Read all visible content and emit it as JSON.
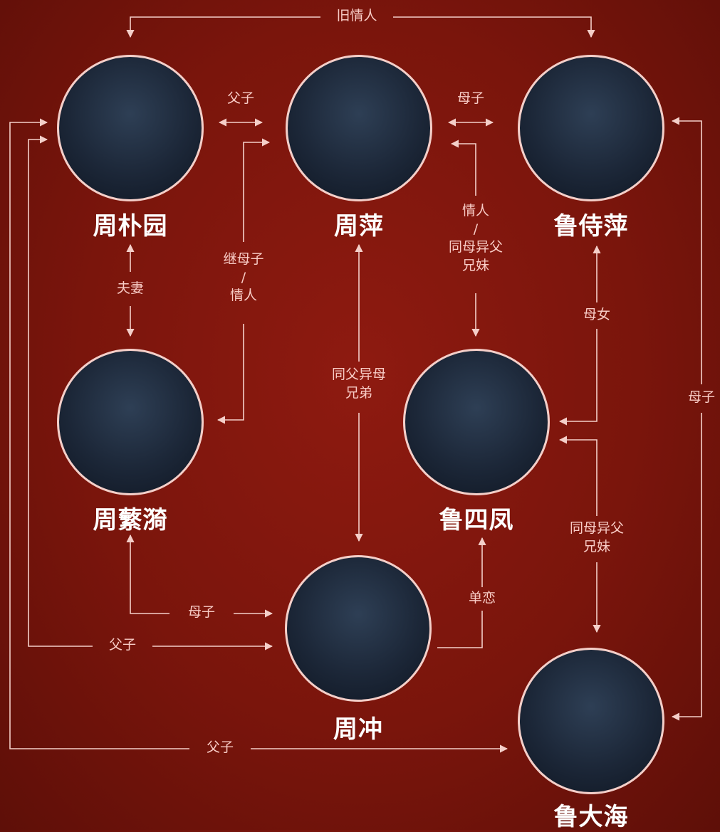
{
  "characters": {
    "zhou_puyuan": "周朴园",
    "zhou_ping": "周萍",
    "lu_shiping": "鲁侍萍",
    "zhou_fanyi": "周蘩漪",
    "lu_sifeng": "鲁四凤",
    "zhou_chong": "周冲",
    "lu_dahai": "鲁大海"
  },
  "relations": {
    "old_lovers": "旧情人",
    "puyuan_ping": "父子",
    "ping_shiping": "母子",
    "ping_sifeng_line1": "情人",
    "ping_sifeng_sep": "/",
    "ping_sifeng_line2": "同母异父",
    "ping_sifeng_line3": "兄妹",
    "fanyi_ping_line1": "继母子",
    "fanyi_ping_sep": "/",
    "fanyi_ping_line2": "情人",
    "puyuan_fanyi": "夫妻",
    "ping_chong_line1": "同父异母",
    "ping_chong_line2": "兄弟",
    "shiping_sifeng": "母女",
    "shiping_dahai": "母子",
    "sifeng_dahai_line1": "同母异父",
    "sifeng_dahai_line2": "兄妹",
    "fanyi_chong": "母子",
    "puyuan_chong": "父子",
    "chong_sifeng": "单恋",
    "puyuan_dahai": "父子"
  },
  "colors": {
    "background": "#7a150c",
    "line": "#f4cfc9",
    "name_text": "#ffffff",
    "relation_text": "#f8ccc6"
  }
}
